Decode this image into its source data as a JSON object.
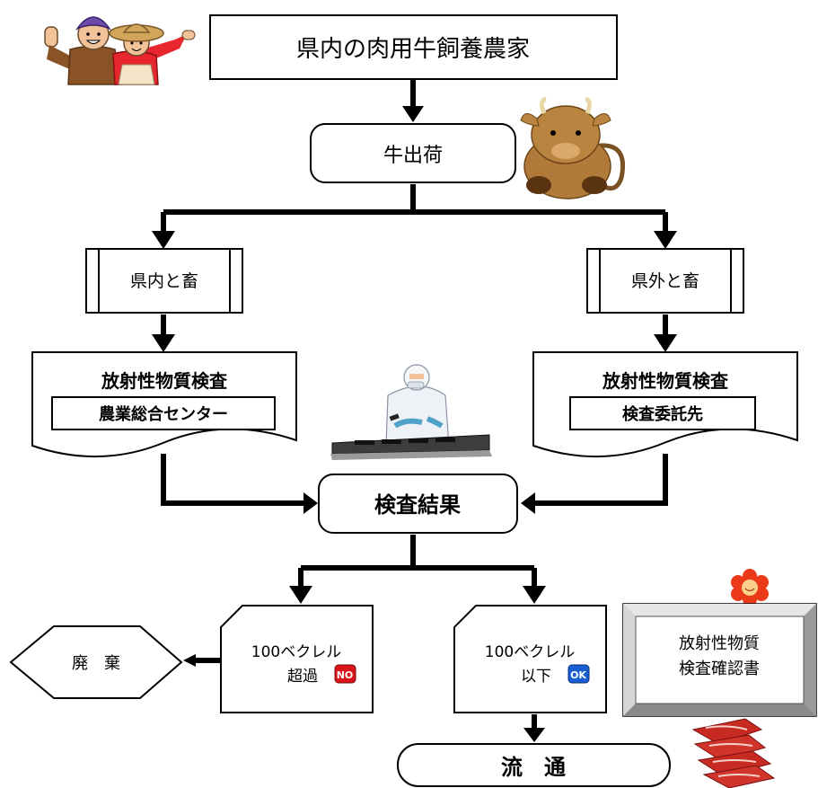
{
  "title_box": "県内の肉用牛飼養農家",
  "ship": "牛出荷",
  "slaughter_in": "県内と畜",
  "slaughter_out": "県外と畜",
  "inspection_left": {
    "title": "放射性物質検査",
    "sub": "農業総合センター"
  },
  "inspection_right": {
    "title": "放射性物質検査",
    "sub": "検査委託先"
  },
  "result": "検査結果",
  "over": {
    "line1": "100ベクレル",
    "line2": "超過",
    "badge": "NO",
    "badge_color": "#d9141b"
  },
  "under": {
    "line1": "100ベクレル",
    "line2": "以下",
    "badge": "OK",
    "badge_color": "#1a5fd1"
  },
  "dispose": "廃　棄",
  "distribution": "流　通",
  "certificate": {
    "line1": "放射性物質",
    "line2": "検査確認書"
  },
  "icons": [
    "farmers-icon",
    "cow-icon",
    "lab-worker-icon",
    "certificate-badge-icon",
    "beef-icon"
  ]
}
